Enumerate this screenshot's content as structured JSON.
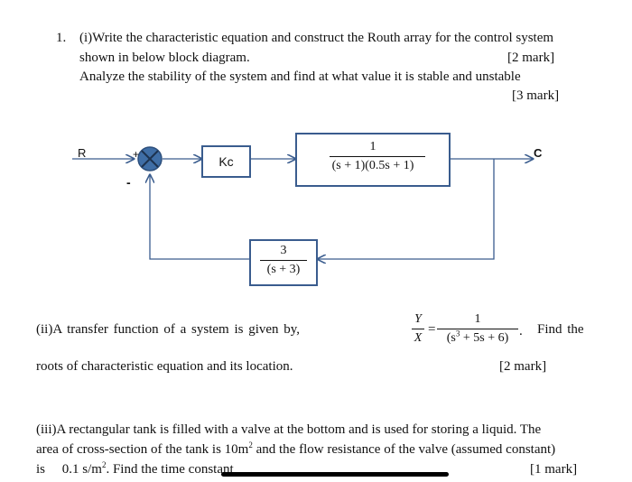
{
  "question": {
    "number": "1.",
    "part1": {
      "line1": "(i)Write the characteristic equation and construct the Routh array for the control system",
      "line2": "shown in below block diagram.",
      "mark1": "[2 mark]",
      "line3": "Analyze the stability of the system and find at what value it is stable and unstable",
      "mark2": "[3 mark]"
    },
    "diagram": {
      "input_label": "R",
      "output_label": "C",
      "plus_sign": "+",
      "minus_sign": "-",
      "controller": "Kc",
      "plant_num": "1",
      "plant_den": "(s + 1)(0.5s + 1)",
      "feedback_num": "3",
      "feedback_den": "(s + 3)"
    },
    "part2": {
      "prefix": "(ii)A   transfer   function   of   a   system   is   given   by,",
      "lhs_num": "Y",
      "lhs_den": "X",
      "equals": "=",
      "rhs_num": "1",
      "rhs_den_a": "(s",
      "rhs_den_sup": "3",
      "rhs_den_b": " + 5s + 6)",
      "period": ".",
      "suffix": "Find   the",
      "line2": "roots of characteristic equation and its location.",
      "mark": "[2 mark]"
    },
    "part3": {
      "line1": "(iii)A rectangular tank is filled with a valve at the bottom and is used for storing a liquid. The",
      "line2a": "area of cross-section of the tank is 10m",
      "line2sup": "2",
      "line2b": " and the flow resistance of the valve (assumed constant)",
      "line3a": "is     0.1 s/m",
      "line3sup": "2",
      "line3b": ". Find the time constant",
      "mark": "[1 mark]"
    }
  }
}
